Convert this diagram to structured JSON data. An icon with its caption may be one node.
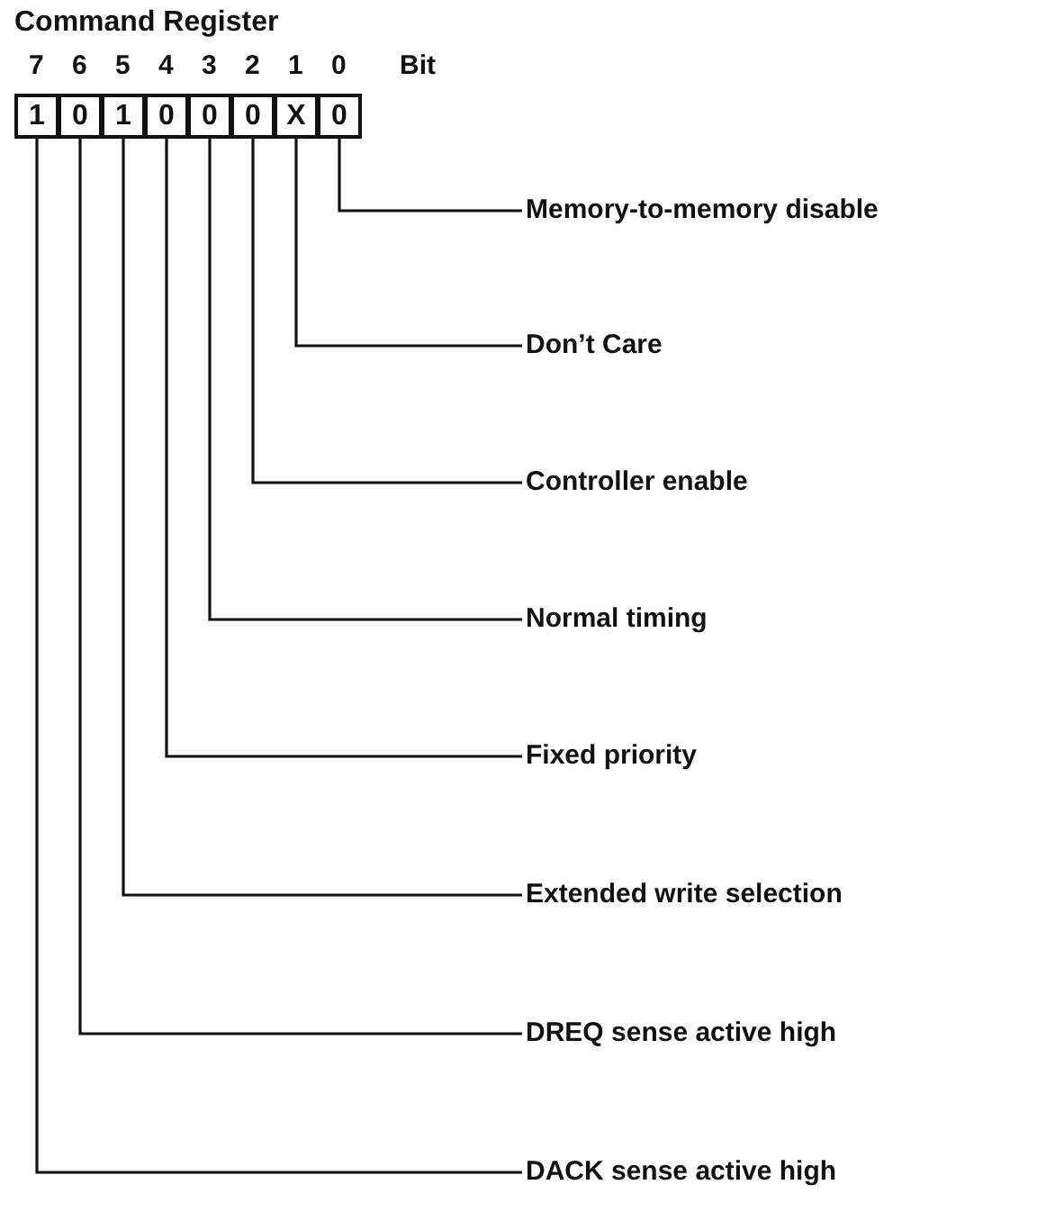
{
  "diagram": {
    "title": "Command Register",
    "nodes": [
      {
        "text": [
          "1"
        ]
      },
      {
        "text": [
          "0"
        ]
      },
      {
        "text": [
          "1"
        ]
      },
      {
        "text": [
          "0"
        ]
      },
      {
        "text": [
          "0"
        ]
      },
      {
        "text": [
          "0"
        ]
      },
      {
        "text": [
          "X"
        ]
      },
      {
        "text": [
          "0"
        ]
      },
      {
        "text": [
          "Memory-to-memory disable"
        ]
      },
      {
        "text": [
          "Don’t Care"
        ]
      },
      {
        "text": [
          "Controller enable"
        ]
      },
      {
        "text": [
          "Normal timing"
        ]
      },
      {
        "text": [
          "Fixed priority"
        ]
      },
      {
        "text": [
          "Extended write selection"
        ]
      },
      {
        "text": [
          "DREQ sense active high"
        ]
      },
      {
        "text": [
          "DACK sense active high"
        ]
      }
    ],
    "edges": [
      {
        "from": 8,
        "to": 7,
        "arrow": "none"
      },
      {
        "from": 9,
        "to": 6,
        "arrow": "none"
      },
      {
        "from": 10,
        "to": 5,
        "arrow": "none"
      },
      {
        "from": 11,
        "to": 4,
        "arrow": "none"
      },
      {
        "from": 12,
        "to": 3,
        "arrow": "none"
      },
      {
        "from": 13,
        "to": 2,
        "arrow": "none"
      },
      {
        "from": 14,
        "to": 1,
        "arrow": "none"
      },
      {
        "from": 15,
        "to": 0,
        "arrow": "none"
      }
    ],
    "labels": [
      "7",
      "6",
      "5",
      "4",
      "3",
      "2",
      "1",
      "0",
      "Bit"
    ]
  }
}
